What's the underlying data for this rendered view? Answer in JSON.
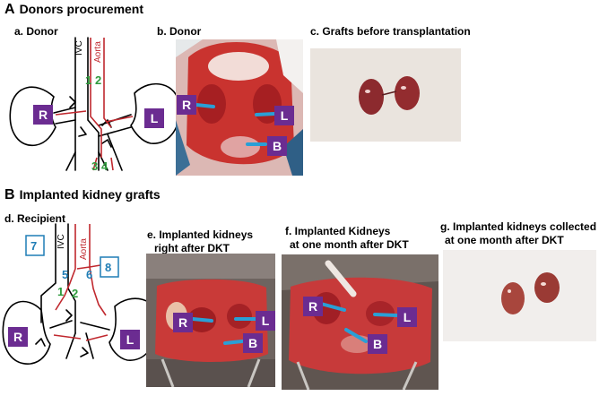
{
  "panel_A": {
    "letter": "A",
    "title": "Donors procurement",
    "a_label": "a. Donor",
    "b_label": "b. Donor",
    "c_label": "c. Grafts before transplantation",
    "vessel_ivc": "IVC",
    "vessel_aorta": "Aorta",
    "numbers": [
      "1",
      "2",
      "3",
      "4"
    ],
    "badges": [
      "R",
      "L",
      "R",
      "L",
      "B"
    ]
  },
  "panel_B": {
    "letter": "B",
    "title": "Implanted kidney grafts",
    "d_label": "d. Recipient",
    "e_label_line1": "e. Implanted kidneys",
    "e_label_line2": "right after DKT",
    "f_label_line1": "f. Implanted Kidneys",
    "f_label_line2": "at one month after DKT",
    "g_label_line1": "g. Implanted kidneys collected",
    "g_label_line2": "at one month after DKT",
    "vessel_ivc": "IVC",
    "vessel_aorta": "Aorta",
    "numbers": [
      "1",
      "2",
      "5",
      "6",
      "7",
      "8"
    ],
    "badges": [
      "R",
      "L",
      "R",
      "L",
      "B",
      "R",
      "L",
      "B"
    ]
  },
  "colors": {
    "badge": "#6b2c91",
    "number_green": "#2e9a3c",
    "number_blue": "#1f7db5",
    "pointer": "#2a9fd6",
    "vessel_red": "#c0282e"
  }
}
